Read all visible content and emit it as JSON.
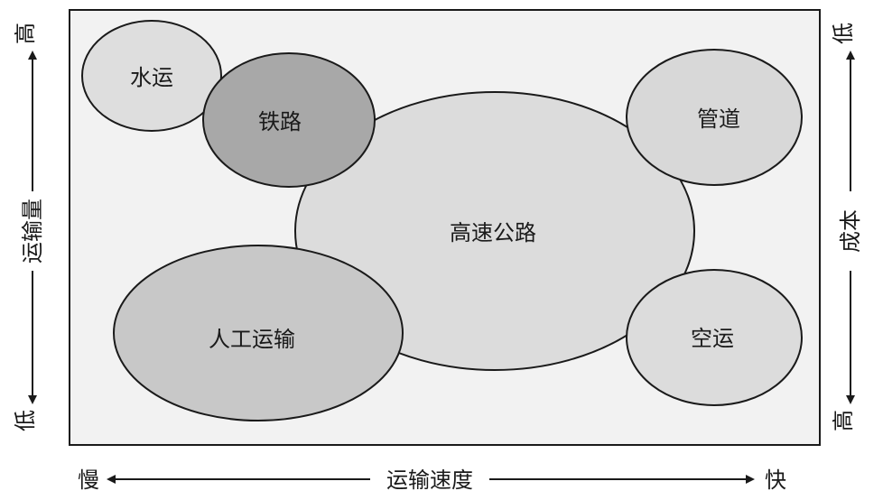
{
  "diagram": {
    "bubbles": [
      {
        "key": "highway",
        "label": "高速公路",
        "fill": "#dcdcdc"
      },
      {
        "key": "manual",
        "label": "人工运输",
        "fill": "#c8c8c8"
      },
      {
        "key": "water",
        "label": "水运",
        "fill": "#dedede"
      },
      {
        "key": "rail",
        "label": "铁路",
        "fill": "#a8a8a8"
      },
      {
        "key": "pipeline",
        "label": "管道",
        "fill": "#d8d8d8"
      },
      {
        "key": "air",
        "label": "空运",
        "fill": "#dcdcdc"
      }
    ],
    "x_axis": {
      "label": "运输速度",
      "low": "慢",
      "high": "快"
    },
    "left_axis": {
      "label": "运输量",
      "top": "高",
      "bottom": "低"
    },
    "right_axis": {
      "label": "成本",
      "top": "低",
      "bottom": "高"
    },
    "colors": {
      "panel": "#f2f2f2",
      "border": "#1a1a1a",
      "stroke": "#1a1a1a"
    }
  }
}
